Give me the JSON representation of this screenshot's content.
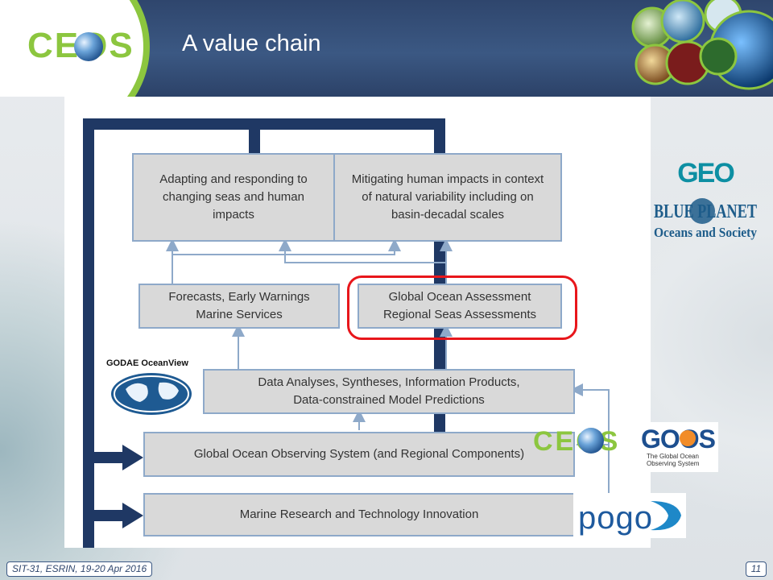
{
  "slide": {
    "title": "A value chain",
    "logo_text": "CEOS"
  },
  "diagram": {
    "boxes": {
      "adapting": "Adapting and responding to changing seas and human impacts",
      "mitigating": "Mitigating human impacts in context of natural variability including on basin-decadal scales",
      "forecasts": "Forecasts, Early Warnings Marine Services",
      "assessment": "Global Ocean Assessment Regional Seas Assessments",
      "data_analyses": "Data Analyses, Syntheses, Information Products, Data-constrained Model Predictions",
      "goos_box": "Global Ocean Observing System (and Regional Components)",
      "research": "Marine Research and Technology Innovation"
    },
    "highlighted_box": "assessment",
    "colors": {
      "frame": "#1f3864",
      "box_fill": "#d9d9d9",
      "box_border": "#8ea9c9",
      "arrow": "#8ea9c9",
      "highlight": "#e8161b"
    }
  },
  "logos": {
    "geo": "GEO",
    "blue_planet": "BLUE PLANET",
    "oceans_society": "Oceans and Society",
    "godae": "GODAE OceanView",
    "ceos": "CEOS",
    "goos": "GOOS",
    "goos_caption_line1": "The Global Ocean",
    "goos_caption_line2": "Observing System",
    "pogo": "pogo"
  },
  "footer": {
    "event": "SIT-31, ESRIN, 19-20 Apr 2016",
    "page_number": "11"
  }
}
